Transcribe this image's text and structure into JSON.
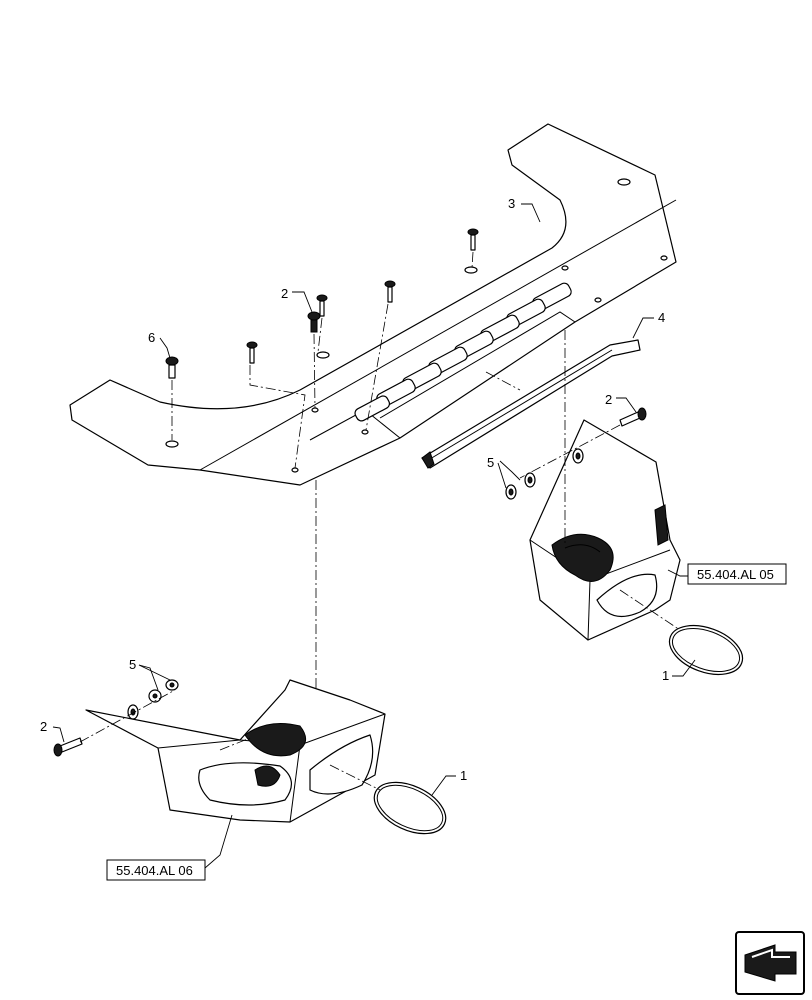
{
  "callouts": {
    "c1_right": "1",
    "c1_left": "1",
    "c2_top": "2",
    "c2_right": "2",
    "c2_left": "2",
    "c3": "3",
    "c4": "4",
    "c5_right": "5",
    "c5_left": "5",
    "c6": "6"
  },
  "references": {
    "ref_right": "55.404.AL 05",
    "ref_left": "55.404.AL 06"
  },
  "nav": {
    "icon": "previous-page-arrow-icon"
  }
}
